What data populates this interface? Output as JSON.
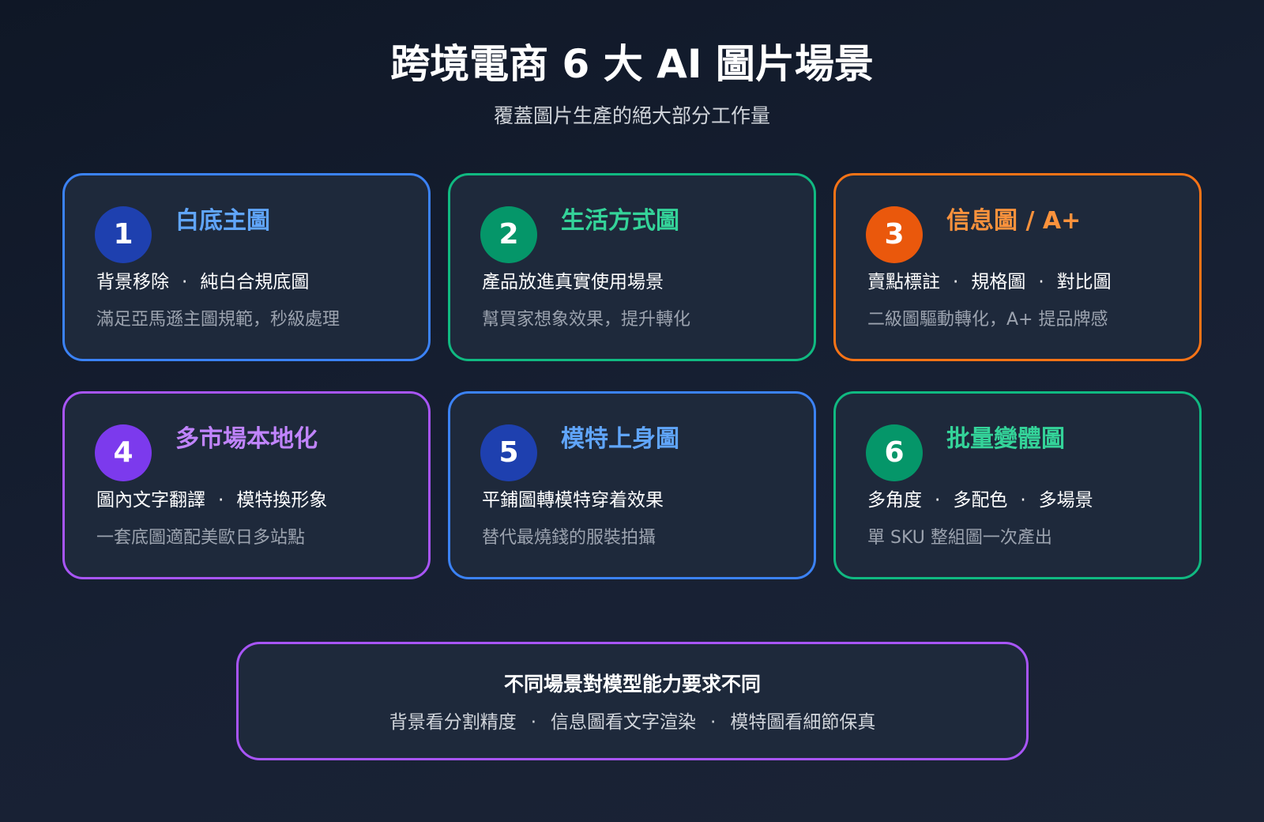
{
  "header": {
    "title": "跨境電商 6 大 AI 圖片場景",
    "subtitle": "覆蓋圖片生產的絕大部分工作量"
  },
  "colors": {
    "background": "#111827",
    "card_background": "#1e293b",
    "blue": "#3b82f6",
    "green": "#10b981",
    "orange": "#f97316",
    "purple": "#a855f7",
    "blue_title": "#60a5fa",
    "green_title": "#34d399",
    "orange_title": "#fb923c",
    "purple_title": "#c084fc",
    "blue_badge": "#1e40af",
    "green_badge": "#059669",
    "orange_badge": "#ea580c",
    "purple_badge": "#7c3aed"
  },
  "cards": [
    {
      "number": "1",
      "title": "白底主圖",
      "tags": [
        "背景移除",
        "純白合規底圖"
      ],
      "desc": "滿足亞馬遜主圖規範，秒級處理",
      "border": "#3b82f6",
      "badge": "#1e40af",
      "title_color": "#60a5fa"
    },
    {
      "number": "2",
      "title": "生活方式圖",
      "tags": [
        "產品放進真實使用場景"
      ],
      "desc": "幫買家想象效果，提升轉化",
      "border": "#10b981",
      "badge": "#059669",
      "title_color": "#34d399"
    },
    {
      "number": "3",
      "title": "信息圖 / A+",
      "tags": [
        "賣點標註",
        "規格圖",
        "對比圖"
      ],
      "desc": "二級圖驅動轉化，A+ 提品牌感",
      "border": "#f97316",
      "badge": "#ea580c",
      "title_color": "#fb923c"
    },
    {
      "number": "4",
      "title": "多市場本地化",
      "tags": [
        "圖內文字翻譯",
        "模特換形象"
      ],
      "desc": "一套底圖適配美歐日多站點",
      "border": "#a855f7",
      "badge": "#7c3aed",
      "title_color": "#c084fc"
    },
    {
      "number": "5",
      "title": "模特上身圖",
      "tags": [
        "平鋪圖轉模特穿着效果"
      ],
      "desc": "替代最燒錢的服裝拍攝",
      "border": "#3b82f6",
      "badge": "#1e40af",
      "title_color": "#60a5fa"
    },
    {
      "number": "6",
      "title": "批量變體圖",
      "tags": [
        "多角度",
        "多配色",
        "多場景"
      ],
      "desc": "單 SKU 整組圖一次產出",
      "border": "#10b981",
      "badge": "#059669",
      "title_color": "#34d399"
    }
  ],
  "separator": "·",
  "summary": {
    "title": "不同場景對模型能力要求不同",
    "points": [
      "背景看分割精度",
      "信息圖看文字渲染",
      "模特圖看細節保真"
    ]
  }
}
